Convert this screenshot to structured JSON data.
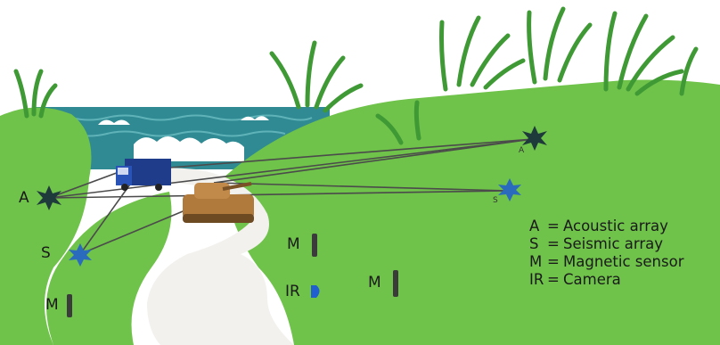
{
  "sensors": {
    "a_left": "A",
    "a_right": "A",
    "s_left": "S",
    "s_right": "S",
    "m_left": "M",
    "m_center": "M",
    "m_right": "M",
    "ir": "IR"
  },
  "legend": [
    {
      "code": "A",
      "meaning": "Acoustic array"
    },
    {
      "code": "S",
      "meaning": "Seismic array"
    },
    {
      "code": "M",
      "meaning": "Magnetic sensor"
    },
    {
      "code": "IR",
      "meaning": "Camera"
    }
  ],
  "colors": {
    "sky": "#ffffff",
    "sea": "#2f8a93",
    "hill": "#6fc24a",
    "hill_dark": "#3f9a35",
    "road": "#f2f1ee",
    "acoustic": "#1e3a3a",
    "seismic": "#2a6bbd",
    "magnetic": "#3b3b3b",
    "camera": "#1f5fd0"
  }
}
